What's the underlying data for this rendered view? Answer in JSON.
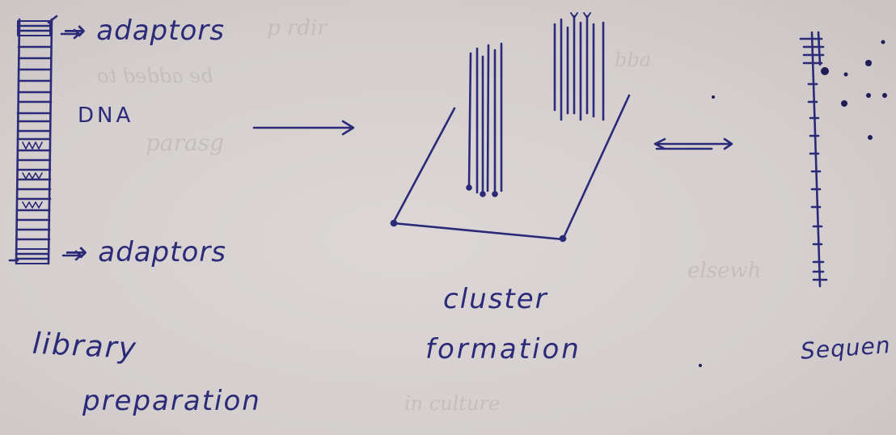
{
  "labels": {
    "adaptors_top": "→ adaptors",
    "dna": "DNA",
    "adaptors_bottom": "→ adaptors",
    "library_line1": "library",
    "library_line2": "preparation",
    "cluster_line1": "cluster",
    "cluster_line2": "formation",
    "sequencing": "Sequen"
  },
  "ink_color": "#2b2a78",
  "paper_color": "#d9d4d3"
}
